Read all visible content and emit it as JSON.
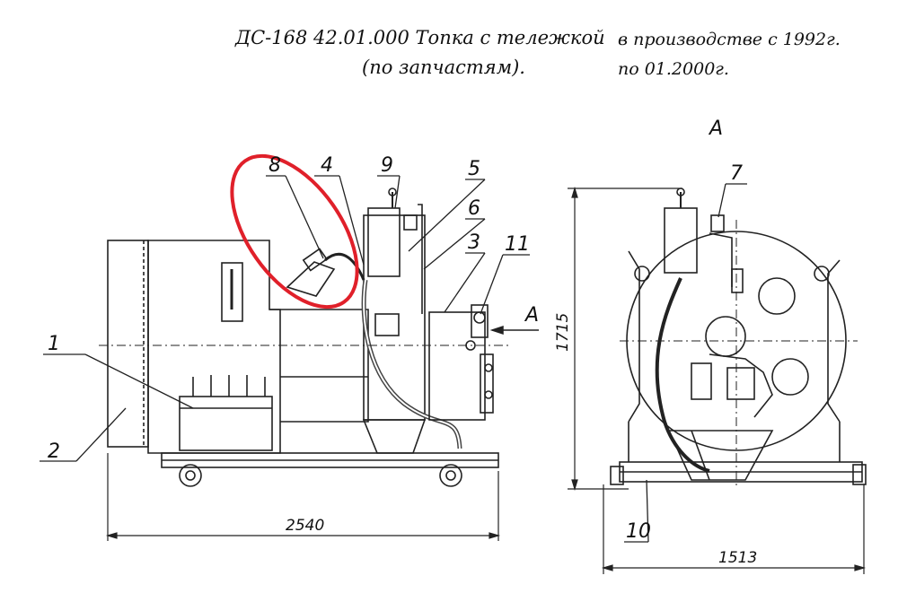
{
  "header": {
    "title_line1": "ДС-168 42.01.000 Топка с тележкой",
    "title_line2": "(по запчастям).",
    "period_line1": "в производстве с 1992г.",
    "period_line2": "по 01.2000г."
  },
  "view_label": "А",
  "side_arrow_label": "А",
  "part_labels": {
    "p1": "1",
    "p2": "2",
    "p3": "3",
    "p4": "4",
    "p5": "5",
    "p6": "6",
    "p7": "7",
    "p8": "8",
    "p9": "9",
    "p10": "10",
    "p11": "11"
  },
  "dimensions": {
    "length": "2540",
    "width": "1513",
    "height": "1715"
  },
  "colors": {
    "highlight": "#e0202a",
    "line": "#222222"
  }
}
